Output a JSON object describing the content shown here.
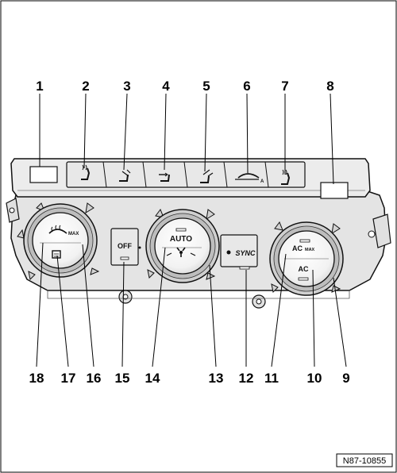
{
  "callouts": [
    "1",
    "2",
    "3",
    "4",
    "5",
    "6",
    "7",
    "8",
    "9",
    "10",
    "11",
    "12",
    "13",
    "14",
    "15",
    "16",
    "17",
    "18"
  ],
  "panel_labels": {
    "off": "OFF",
    "auto": "AUTO",
    "sync": "SYNC",
    "ac_max": "AC",
    "ac_max_sub": "MAX",
    "ac": "AC",
    "defrost_sub": "MAX"
  },
  "reference": "N87-10855"
}
